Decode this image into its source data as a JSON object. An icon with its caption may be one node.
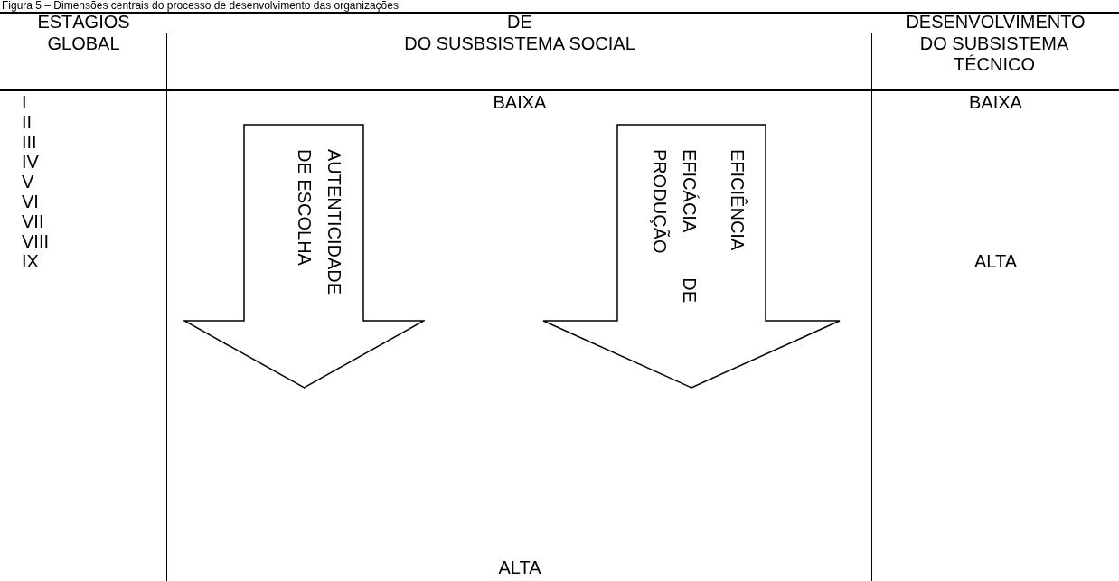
{
  "diagram": {
    "title": "Figura 5 – Dimensões centrais do processo de desenvolvimento das organizações",
    "nodes": [
      {
        "text": [
          "AUTENTICIDADE DE ESCOLHA"
        ]
      },
      {
        "text": [
          "EFICIÊNCIA",
          "EFICÁCIA DE PRODUÇÃO"
        ]
      }
    ],
    "labels": [
      "ESTÁGIOS",
      "DE",
      "DESENVOLVIMENTO",
      "GLOBAL",
      "DO SUSBSISTEMA SOCIAL",
      "DO SUBSISTEMA TÉCNICO",
      "I",
      "II",
      "III",
      "IV",
      "V",
      "VI",
      "VII",
      "VIII",
      "IX",
      "BAIXA",
      "BAIXA",
      "ALTA",
      "ALTA"
    ]
  }
}
